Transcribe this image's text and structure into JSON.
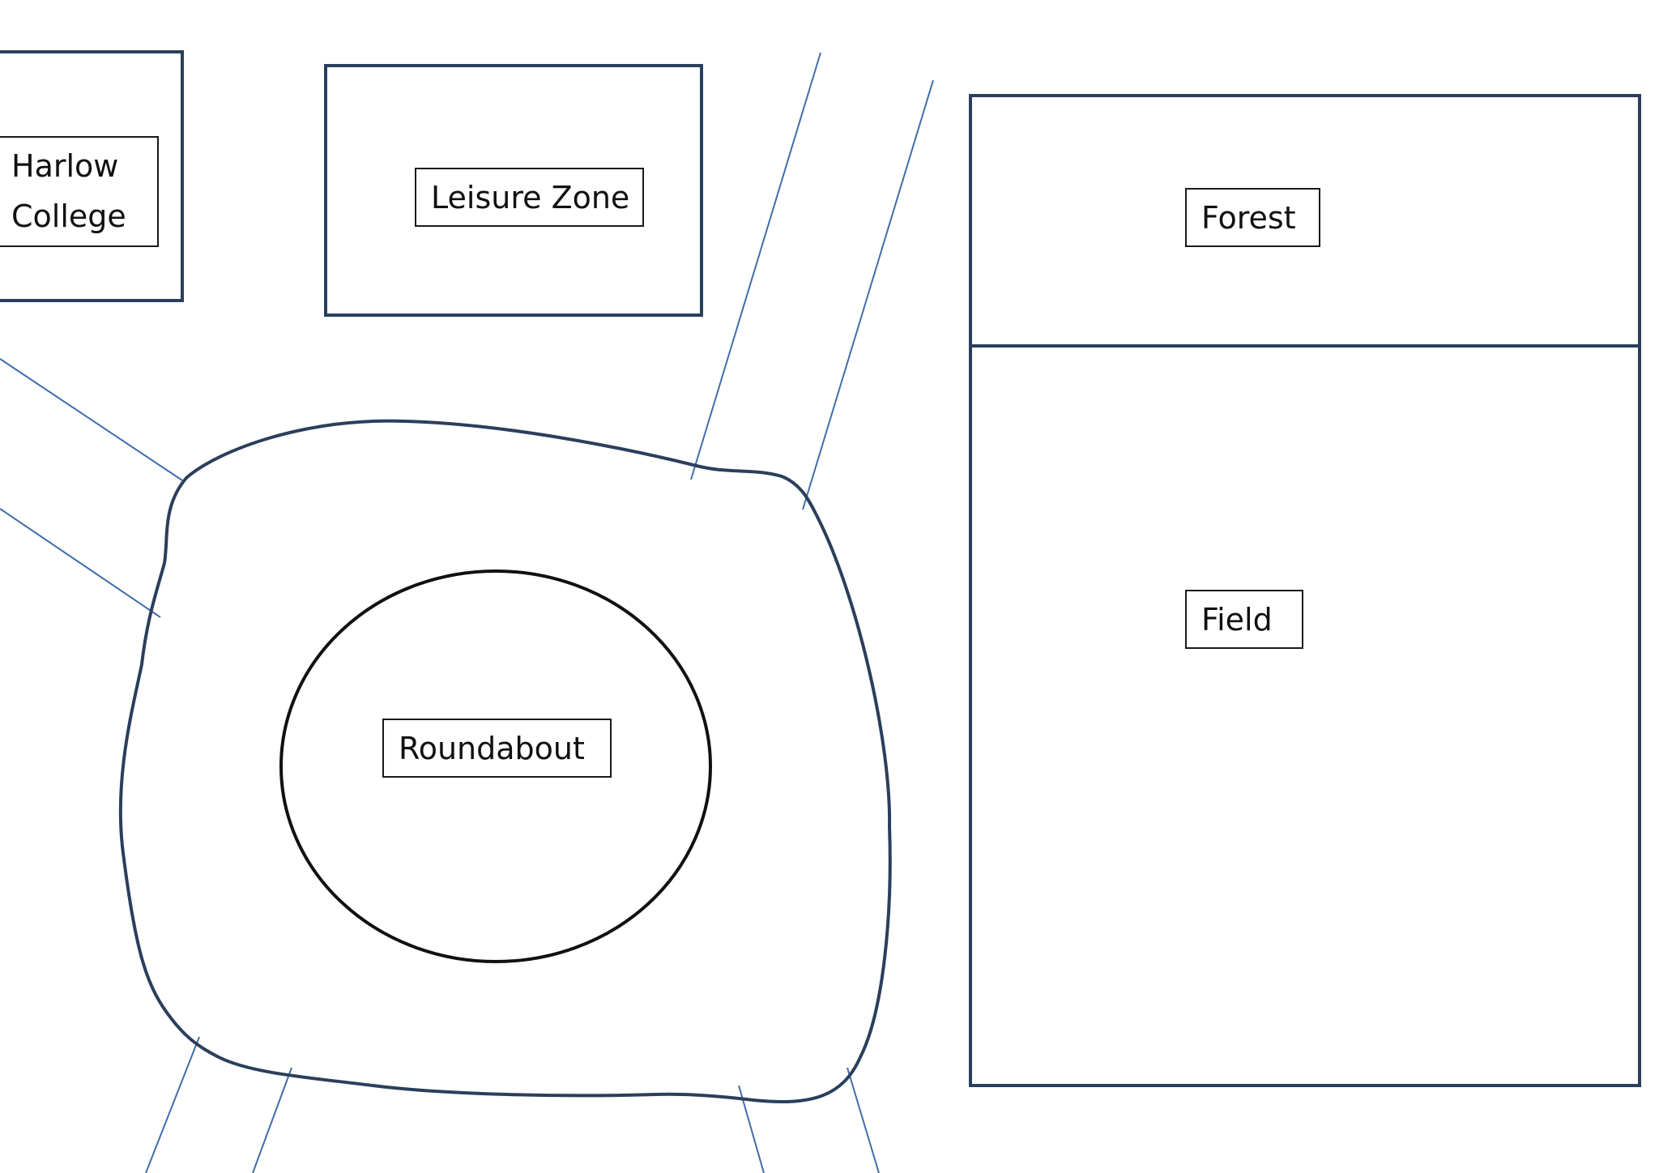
{
  "map": {
    "labels": {
      "harlow_college_line1": "Harlow",
      "harlow_college_line2": "College",
      "leisure_zone": "Leisure Zone",
      "forest": "Forest",
      "field": "Field",
      "roundabout": "Roundabout"
    },
    "colors": {
      "outline": "#2b3f5c",
      "road_line": "#3f6ea8",
      "island": "#111111",
      "label_border": "#1a1a1a",
      "background": "#ffffff"
    }
  }
}
